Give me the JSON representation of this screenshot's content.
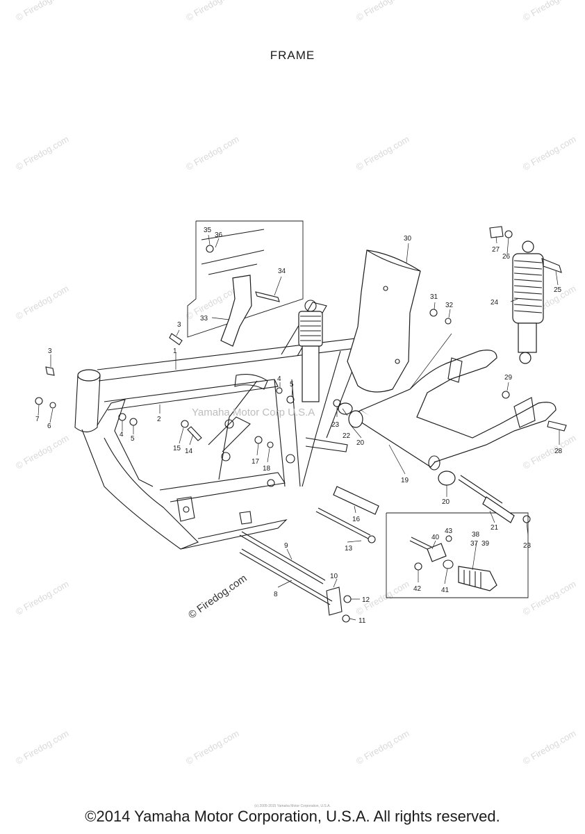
{
  "page": {
    "title": "FRAME",
    "copyright": "©2014 Yamaha Motor Corporation, U.S.A. All rights reserved.",
    "fine_print": "(c) 2005-2015 Yamaha Motor Corporation, U.S.A.",
    "watermark": "© Firedog.com",
    "center_watermark": "Yamaha Motor Corp U.S.A"
  },
  "callouts": [
    "1",
    "2",
    "3",
    "3",
    "4",
    "4",
    "5",
    "5",
    "6",
    "7",
    "8",
    "9",
    "10",
    "11",
    "12",
    "13",
    "14",
    "15",
    "16",
    "17",
    "18",
    "19",
    "20",
    "20",
    "21",
    "22",
    "23",
    "23",
    "24",
    "25",
    "26",
    "27",
    "28",
    "29",
    "30",
    "31",
    "32",
    "33",
    "34",
    "35",
    "36",
    "37",
    "38",
    "39",
    "40",
    "41",
    "42",
    "43"
  ]
}
